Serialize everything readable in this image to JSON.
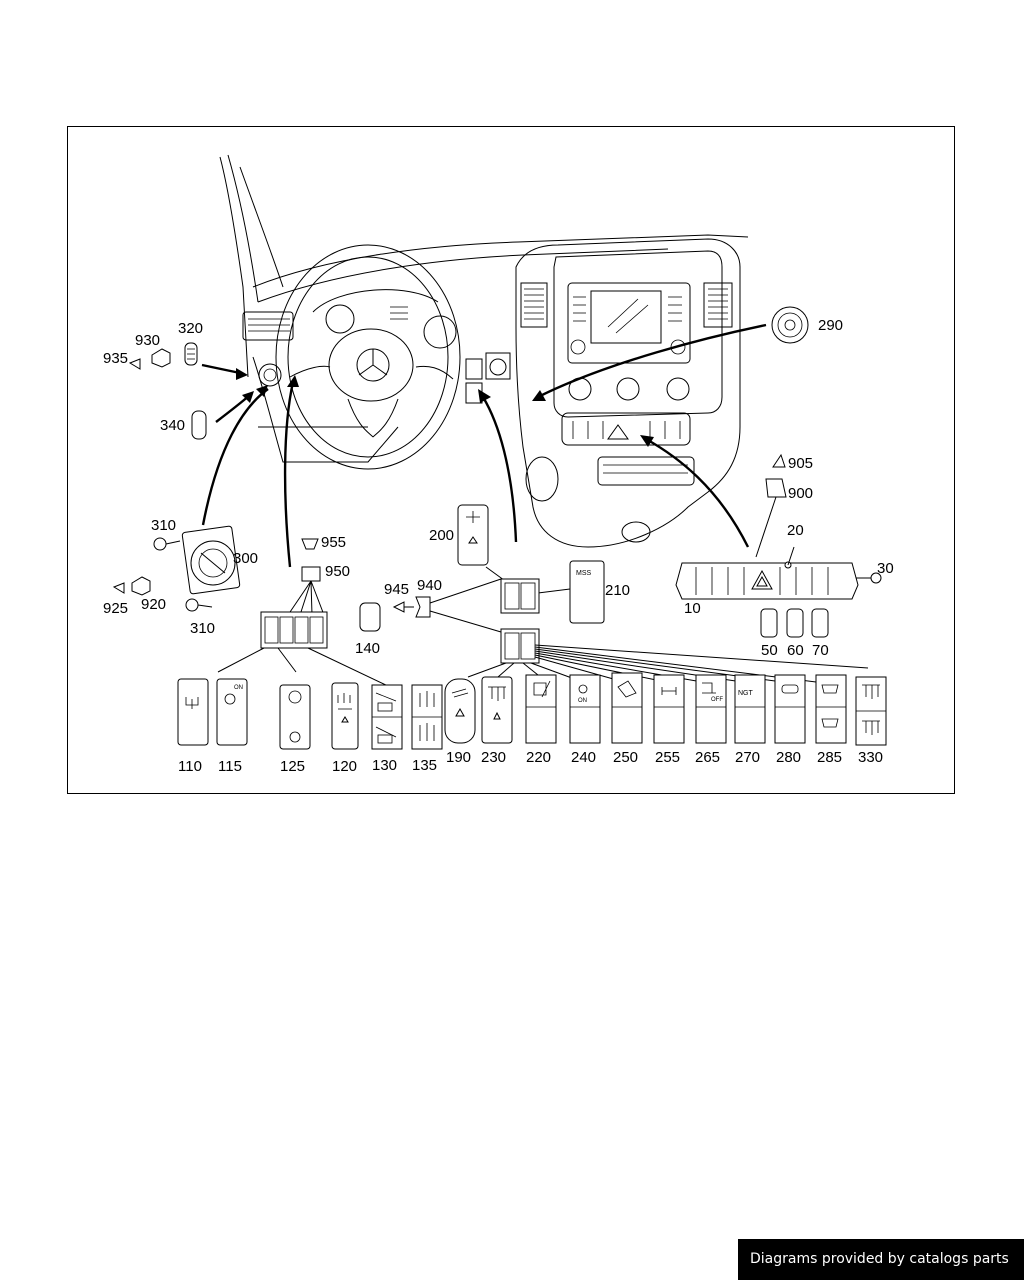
{
  "diagram": {
    "part_labels": {
      "p10": "10",
      "p20": "20",
      "p30": "30",
      "p50": "50",
      "p60": "60",
      "p70": "70",
      "p110": "110",
      "p115": "115",
      "p120": "120",
      "p125": "125",
      "p130": "130",
      "p135": "135",
      "p140": "140",
      "p190": "190",
      "p200": "200",
      "p210": "210",
      "p220": "220",
      "p230": "230",
      "p240": "240",
      "p250": "250",
      "p255": "255",
      "p265": "265",
      "p270": "270",
      "p280": "280",
      "p285": "285",
      "p290": "290",
      "p300": "300",
      "p310a": "310",
      "p310b": "310",
      "p320": "320",
      "p330": "330",
      "p340": "340",
      "p900": "900",
      "p905": "905",
      "p920": "920",
      "p925": "925",
      "p930": "930",
      "p935": "935",
      "p940": "940",
      "p945": "945",
      "p950": "950",
      "p955": "955"
    },
    "switch_glyphs": {
      "on": "ON",
      "off": "OFF",
      "ngt": "NGT",
      "mss": "MSS"
    }
  },
  "footer": {
    "watermark": "Diagrams provided by catalogs parts"
  }
}
